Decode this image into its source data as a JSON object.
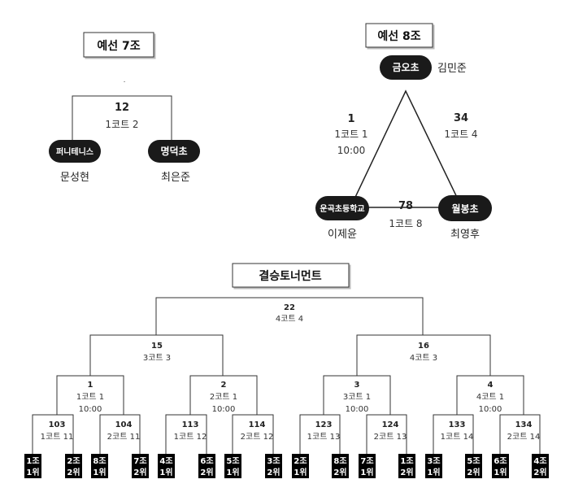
{
  "group7": {
    "title": "예선 7조",
    "match": {
      "num": "12",
      "court": "1코트 2"
    },
    "teams": [
      {
        "school": "퍼니테니스",
        "player": "문성현"
      },
      {
        "school": "명덕초",
        "player": "최은준"
      }
    ]
  },
  "group8": {
    "title": "예선 8조",
    "teams": [
      {
        "school": "금오초",
        "player": "김민준"
      },
      {
        "school": "운곡초등학교",
        "player": "이제윤"
      },
      {
        "school": "월봉초",
        "player": "최영후"
      }
    ],
    "matches": [
      {
        "num": "1",
        "court": "1코트 1",
        "time": "10:00"
      },
      {
        "num": "34",
        "court": "1코트 4"
      },
      {
        "num": "78",
        "court": "1코트 8"
      }
    ]
  },
  "finals": {
    "title": "결승토너먼트",
    "final": {
      "num": "22",
      "court": "4코트 4"
    },
    "semis": [
      {
        "num": "15",
        "court": "3코트 3"
      },
      {
        "num": "16",
        "court": "4코트 3"
      }
    ],
    "quarters": [
      {
        "num": "1",
        "court": "1코트 1",
        "time": "10:00"
      },
      {
        "num": "2",
        "court": "2코트 1",
        "time": "10:00"
      },
      {
        "num": "3",
        "court": "3코트 1",
        "time": "10:00"
      },
      {
        "num": "4",
        "court": "4코트 1",
        "time": "10:00"
      }
    ],
    "r16": [
      {
        "num": "103",
        "court": "1코트 11"
      },
      {
        "num": "104",
        "court": "2코트 11"
      },
      {
        "num": "113",
        "court": "1코트 12"
      },
      {
        "num": "114",
        "court": "2코트 12"
      },
      {
        "num": "123",
        "court": "1코트 13"
      },
      {
        "num": "124",
        "court": "2코트 13"
      },
      {
        "num": "133",
        "court": "1코트 14"
      },
      {
        "num": "134",
        "court": "2코트 14"
      }
    ],
    "seeds": [
      {
        "group": "1조",
        "rank": "1위"
      },
      {
        "group": "2조",
        "rank": "2위"
      },
      {
        "group": "8조",
        "rank": "1위"
      },
      {
        "group": "7조",
        "rank": "2위"
      },
      {
        "group": "4조",
        "rank": "1위"
      },
      {
        "group": "6조",
        "rank": "2위"
      },
      {
        "group": "5조",
        "rank": "1위"
      },
      {
        "group": "3조",
        "rank": "2위"
      },
      {
        "group": "2조",
        "rank": "1위"
      },
      {
        "group": "8조",
        "rank": "2위"
      },
      {
        "group": "7조",
        "rank": "1위"
      },
      {
        "group": "1조",
        "rank": "2위"
      },
      {
        "group": "3조",
        "rank": "1위"
      },
      {
        "group": "5조",
        "rank": "2위"
      },
      {
        "group": "6조",
        "rank": "1위"
      },
      {
        "group": "4조",
        "rank": "2위"
      }
    ]
  }
}
